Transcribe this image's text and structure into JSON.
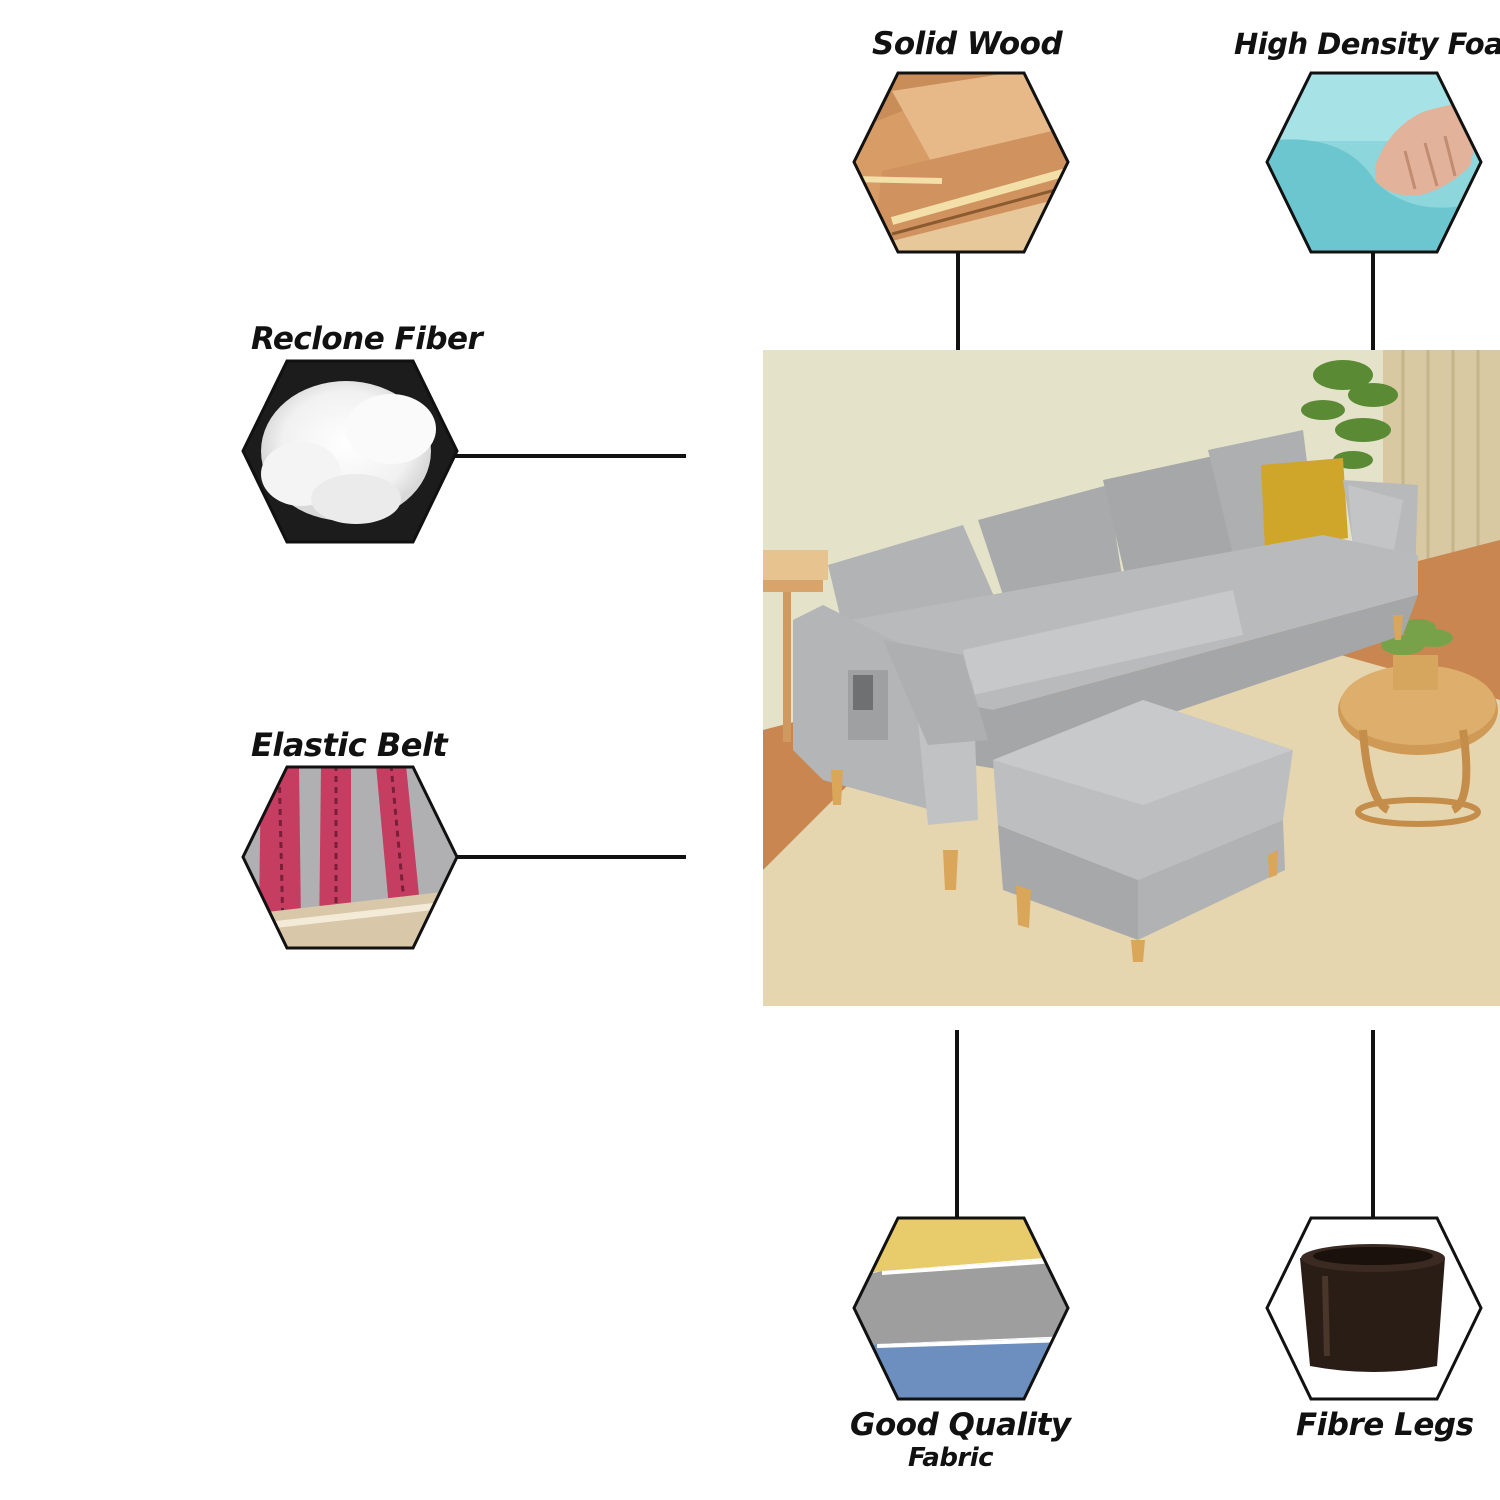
{
  "features": {
    "solid_wood": {
      "label": "Solid Wood",
      "icon": "wood-planks-icon"
    },
    "high_density_foam": {
      "label": "High Density Foam",
      "icon": "foam-block-icon"
    },
    "reclone_fiber": {
      "label": "Reclone Fiber",
      "icon": "fiber-fluff-icon"
    },
    "elastic_belt": {
      "label": "Elastic Belt",
      "icon": "elastic-belt-icon"
    },
    "fabric": {
      "label": "Good Quality",
      "sublabel": "Fabric",
      "icon": "fabric-swatch-icon"
    },
    "fibre_legs": {
      "label": "Fibre Legs",
      "icon": "sofa-leg-icon"
    }
  },
  "product_image": {
    "subject": "L-shaped grey sofa with ottoman"
  },
  "colors": {
    "sofa": "#b9babb",
    "floor": "#c8834e",
    "wall": "#e6e4cc",
    "rug": "#e6d6b2",
    "cushion": "#cfa62c"
  }
}
